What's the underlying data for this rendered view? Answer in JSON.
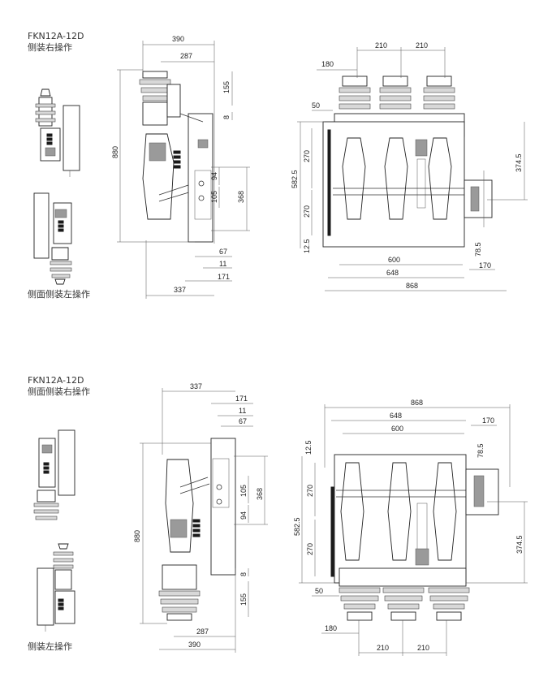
{
  "top_panel": {
    "model": "FKN12A-12D",
    "subtitle": "侧装右操作",
    "bottom_caption": "侧面侧装左操作",
    "side_dims": {
      "w390": "390",
      "w287": "287",
      "h880": "880",
      "h155": "155",
      "h8": "8",
      "h94": "94",
      "h105": "105",
      "h368": "368",
      "d67": "67",
      "d11": "11",
      "d171": "171",
      "w337": "337"
    },
    "front_dims": {
      "d180": "180",
      "d210a": "210",
      "d210b": "210",
      "d50": "50",
      "h270a": "270",
      "h582": "582.5",
      "h270b": "270",
      "h12": "12.5",
      "h374": "374.5",
      "d78": "78.5",
      "w600": "600",
      "w170": "170",
      "w648": "648",
      "w868": "868"
    }
  },
  "bottom_panel": {
    "model": "FKN12A-12D",
    "subtitle": "侧面侧装右操作",
    "bottom_caption": "侧装左操作",
    "side_dims": {
      "w337": "337",
      "d171": "171",
      "d11": "11",
      "d67": "67",
      "h880": "880",
      "h105": "105",
      "h94": "94",
      "h368": "368",
      "h8": "8",
      "h155": "155",
      "w287": "287",
      "w390": "390"
    },
    "front_dims": {
      "w868": "868",
      "w648": "648",
      "w600": "600",
      "w170": "170",
      "h12": "12.5",
      "d78": "78.5",
      "h270a": "270",
      "h582": "582.5",
      "h270b": "270",
      "h374": "374.5",
      "d50": "50",
      "d180": "180",
      "d210a": "210",
      "d210b": "210"
    }
  }
}
